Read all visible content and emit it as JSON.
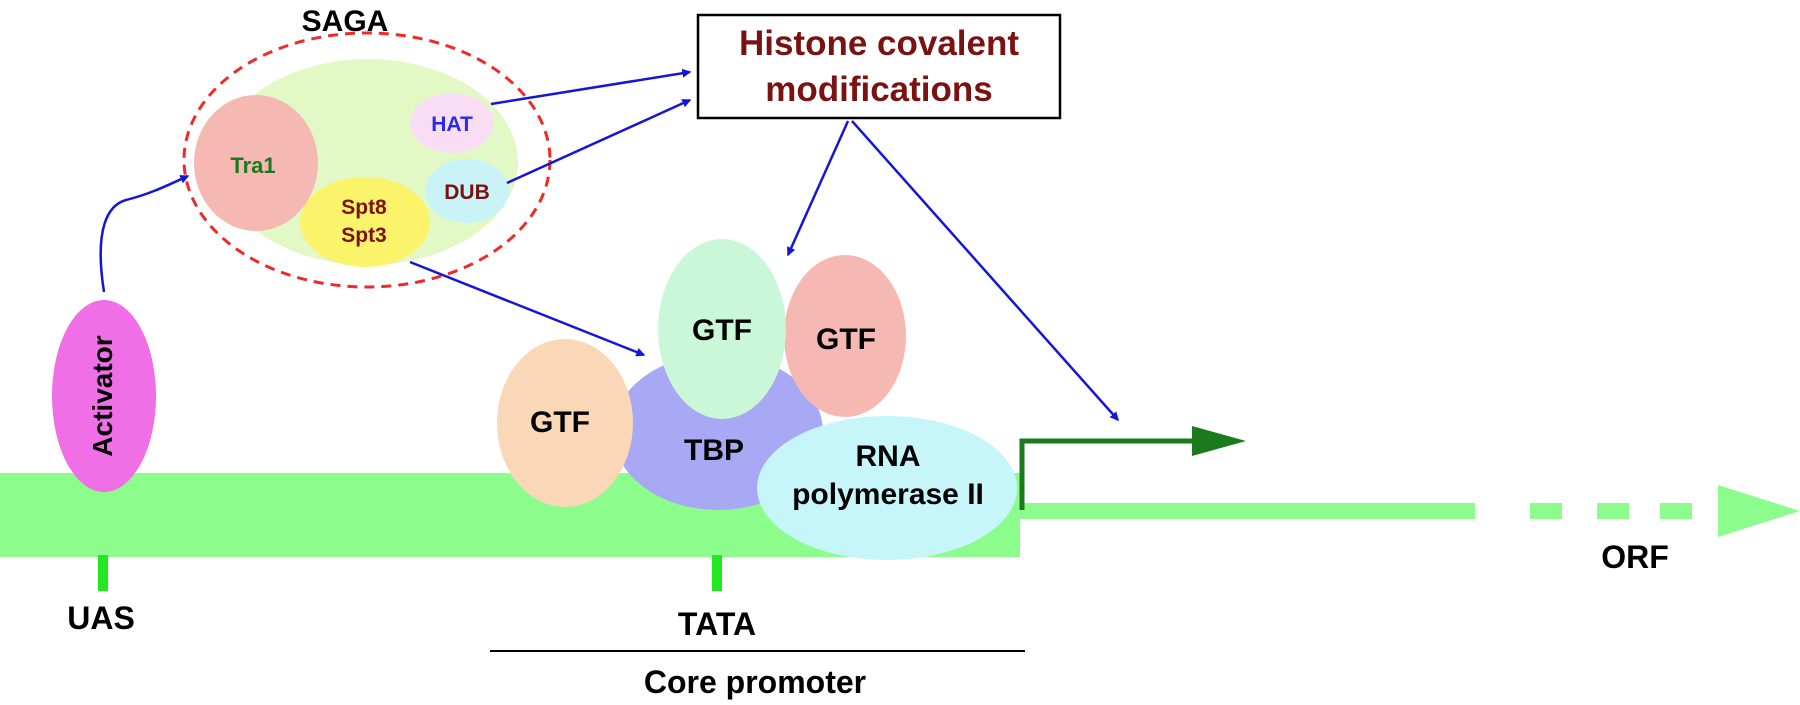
{
  "labels": {
    "saga": "SAGA",
    "tra1": "Tra1",
    "hat": "HAT",
    "dub": "DUB",
    "spt8": "Spt8",
    "spt3": "Spt3",
    "histone_line1": "Histone covalent",
    "histone_line2": "modifications",
    "activator": "Activator",
    "gtf_left": "GTF",
    "gtf_top": "GTF",
    "gtf_right": "GTF",
    "tbp": "TBP",
    "rna_line1": "RNA",
    "rna_line2": "polymerase II",
    "uas": "UAS",
    "tata": "TATA",
    "core_promoter": "Core promoter",
    "orf": "ORF"
  },
  "colors": {
    "dna": "#8cfd8c",
    "dna_tick": "#22e822",
    "saga_bg": "#e2f9c6",
    "saga_border": "#ee2a2a",
    "tra1": "#f6b8b2",
    "hat": "#f8ddf4",
    "dub": "#c9f3f7",
    "spt": "#fbf46a",
    "activator": "#f06ee6",
    "gtf_left": "#fad7b6",
    "gtf_top": "#c9f7d8",
    "gtf_right": "#f6b8b2",
    "tbp": "#a8a8f4",
    "rna_pol": "#c6f6fa",
    "arrow_blue": "#1515d8",
    "text_dark_red": "#7a1212",
    "text_green": "#1a7a1a",
    "text_blue": "#2a2ae8",
    "tss_arrow": "#1b7a1b"
  }
}
